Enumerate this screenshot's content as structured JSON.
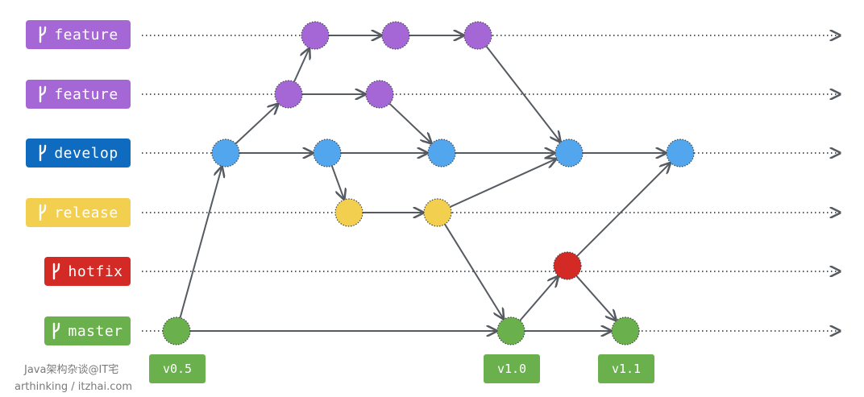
{
  "branches": [
    {
      "id": "feature1",
      "label": "feature",
      "color": "#a667d6",
      "icon": "git-branch-icon"
    },
    {
      "id": "feature2",
      "label": "feature",
      "color": "#a667d6",
      "icon": "git-branch-icon"
    },
    {
      "id": "develop",
      "label": "develop",
      "color": "#0f6bbf",
      "icon": "git-branch-icon"
    },
    {
      "id": "release",
      "label": "release",
      "color": "#f2cf4f",
      "icon": "git-branch-icon"
    },
    {
      "id": "hotfix",
      "label": "hotfix",
      "color": "#d32a26",
      "icon": "git-branch-icon"
    },
    {
      "id": "master",
      "label": "master",
      "color": "#6ab04c",
      "icon": "git-branch-icon"
    }
  ],
  "tags": [
    "v0.5",
    "v1.0",
    "v1.1"
  ],
  "colors": {
    "feature": "#a667d6",
    "develop": "#52a6ee",
    "release": "#f2cf4f",
    "hotfix": "#d32a26",
    "master": "#6ab04c",
    "line": "#555b61"
  },
  "watermark": {
    "line1": "Java架构杂谈@IT宅",
    "line2": "arthinking / itzhai.com"
  }
}
